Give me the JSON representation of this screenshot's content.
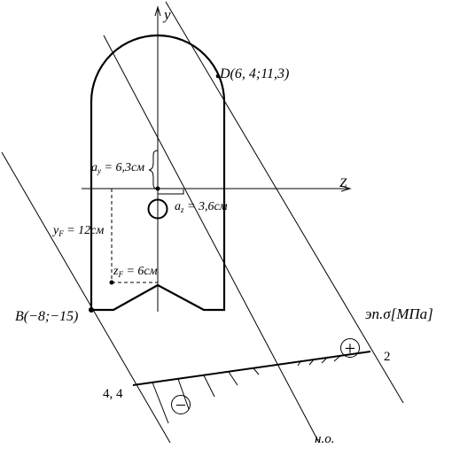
{
  "axes": {
    "y_label": "y",
    "z_label": "Z"
  },
  "points": {
    "D": "D(6, 4;11,3)",
    "B": "B(−8;−15)"
  },
  "dimensions": {
    "a_y_sym": "a",
    "a_y_sub": "y",
    "a_y_val": " = 6,3см",
    "a_z_sym": "a",
    "a_z_sub": "z",
    "a_z_val": " = 3,6см",
    "y_F_sym": "y",
    "y_F_sub": "F",
    "y_F_val": " = 12см",
    "z_F_sym": "z",
    "z_F_sub": "F",
    "z_F_val": " = 6см"
  },
  "stress_diagram": {
    "title": "эп.σ[МПа]",
    "value_tension": "2",
    "value_compression": "4, 4",
    "sign_tension": "+",
    "sign_compression": "−"
  },
  "neutral_axis_label": "н.о."
}
